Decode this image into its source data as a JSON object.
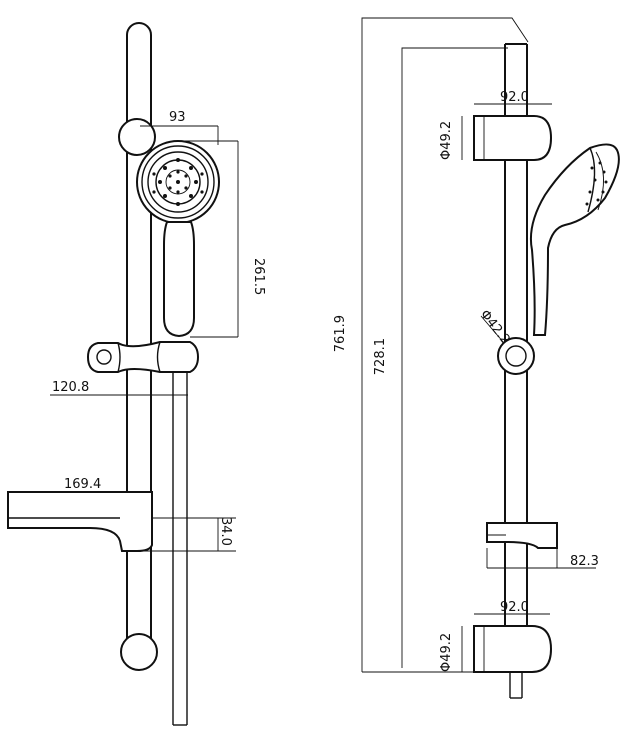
{
  "drawing": {
    "front_view": {
      "dimensions": {
        "handset_width": "93",
        "handset_length": "261.5",
        "bracket_offset": "120.8",
        "soap_dish_width": "169.4",
        "soap_dish_height": "34.0"
      }
    },
    "side_view": {
      "dimensions": {
        "overall_height": "761.9",
        "bracket_centres": "728.1",
        "top_bracket_depth": "92.0",
        "top_bracket_dia": "Φ49.2",
        "slider_dia": "Φ42.2",
        "dish_depth": "82.3",
        "bottom_bracket_depth": "92.0",
        "bottom_bracket_dia": "Φ49.2"
      }
    }
  }
}
